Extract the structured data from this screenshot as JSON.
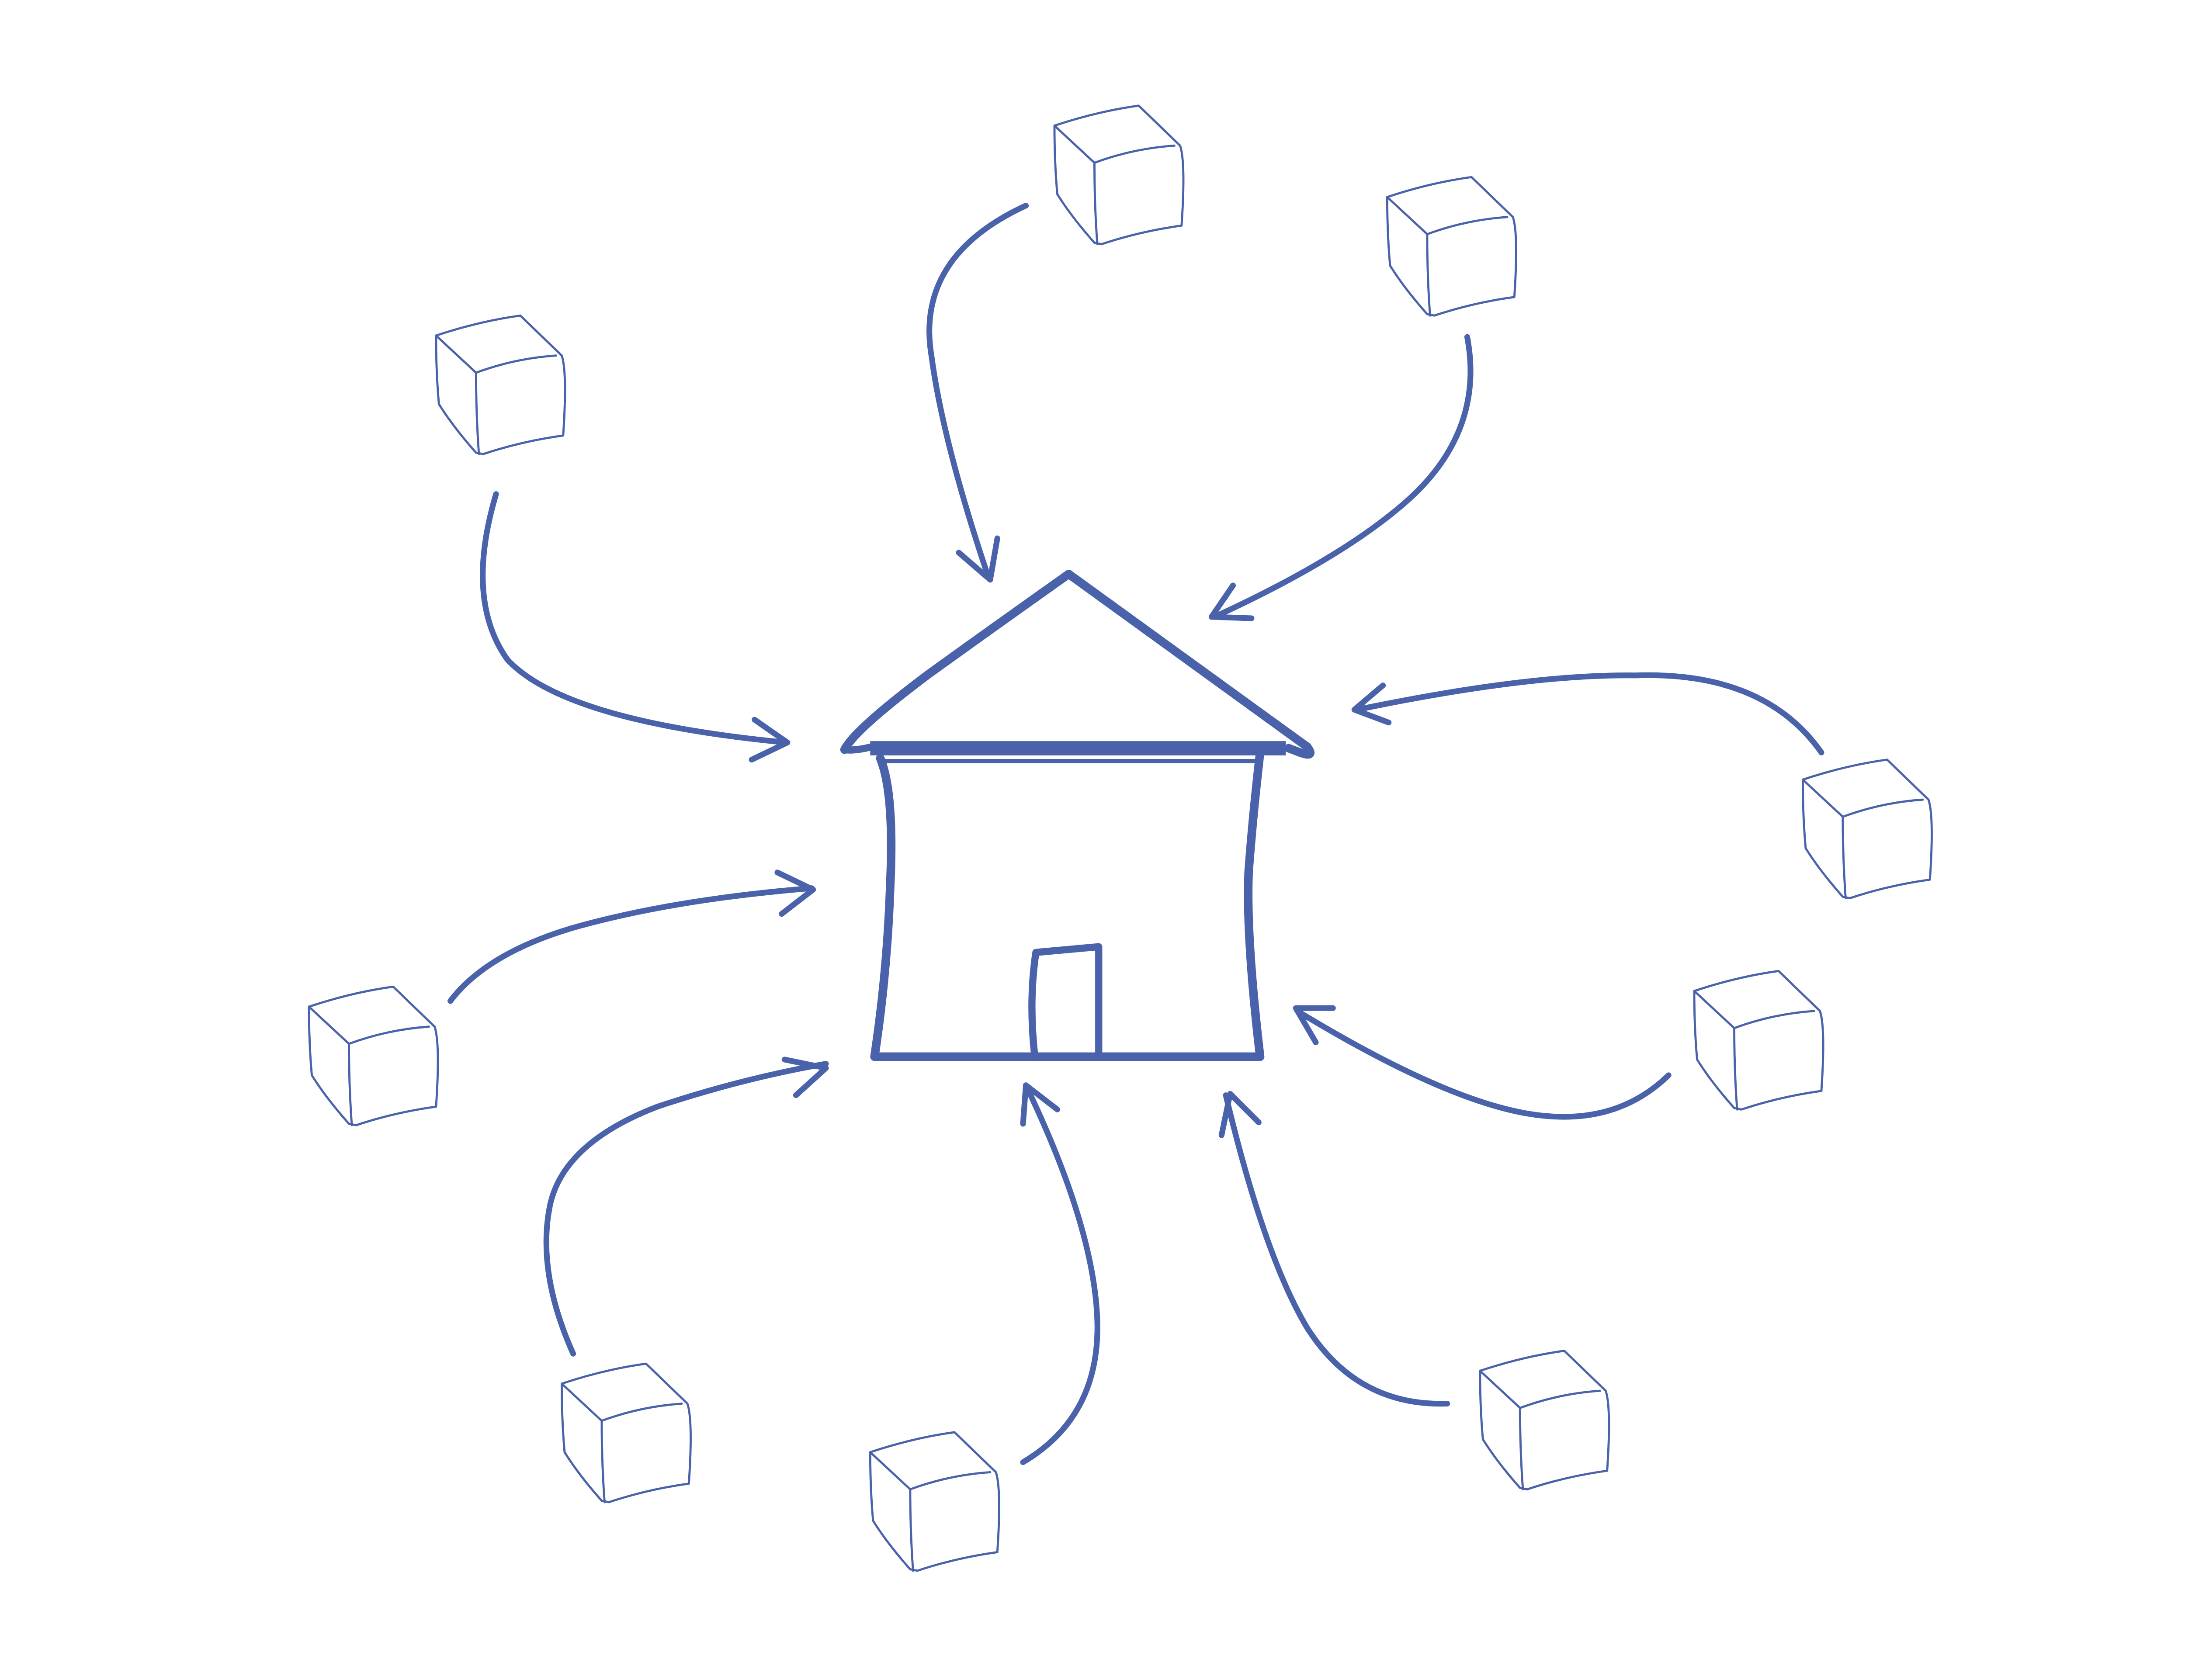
{
  "diagram": {
    "kind": "hub-and-spoke sketch",
    "hub": {
      "icon": "house-icon"
    },
    "spokes": [
      {
        "icon": "box-icon",
        "arrow_direction": "inward"
      },
      {
        "icon": "box-icon",
        "arrow_direction": "inward"
      },
      {
        "icon": "box-icon",
        "arrow_direction": "inward"
      },
      {
        "icon": "box-icon",
        "arrow_direction": "inward"
      },
      {
        "icon": "box-icon",
        "arrow_direction": "outward"
      },
      {
        "icon": "box-icon",
        "arrow_direction": "outward"
      },
      {
        "icon": "box-icon",
        "arrow_direction": "inward"
      },
      {
        "icon": "box-icon",
        "arrow_direction": "inward"
      },
      {
        "icon": "box-icon",
        "arrow_direction": "inward"
      },
      {
        "icon": "box-icon",
        "arrow_direction": "inward"
      }
    ],
    "colors": {
      "ink": "#4a62aa",
      "background": "#ffffff"
    }
  }
}
